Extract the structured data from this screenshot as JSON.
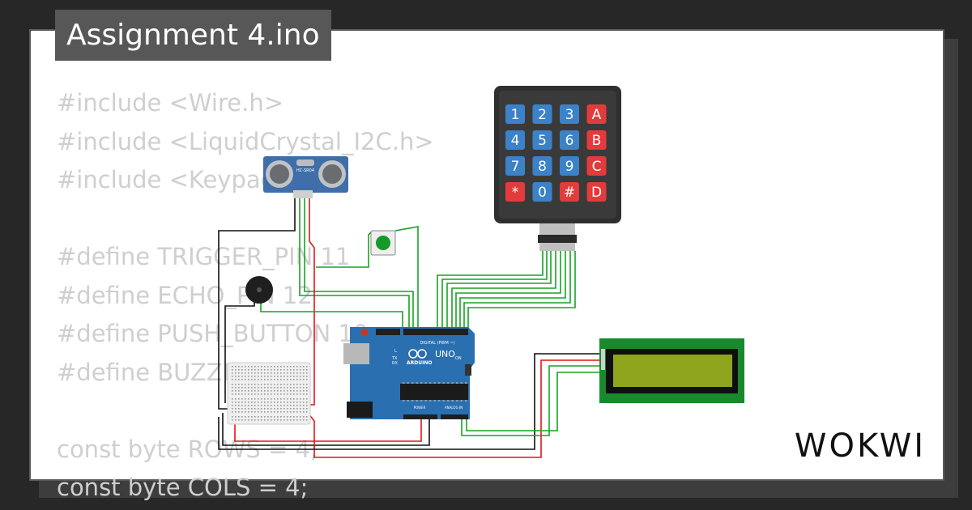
{
  "title": "Assignment 4.ino",
  "code_lines": [
    "#include <Wire.h>",
    "#include <LiquidCrystal_I2C.h>",
    "#include <Keypad.h>",
    "",
    "#define TRIGGER_PIN 11",
    "#define ECHO_PIN 12",
    "#define PUSH_BUTTON 10",
    "#define BUZZER 13",
    "",
    "const byte ROWS = 4;",
    "const byte COLS = 4;"
  ],
  "keypad": {
    "keys": [
      "1",
      "2",
      "3",
      "A",
      "4",
      "5",
      "6",
      "B",
      "7",
      "8",
      "9",
      "C",
      "*",
      "0",
      "#",
      "D"
    ],
    "number_color": "#3b82c8",
    "letter_color": "#e23b3b"
  },
  "arduino": {
    "model": "UNO",
    "brand": "ARDUINO",
    "digital_label": "DIGITAL (PWM ~)",
    "power_label": "POWER",
    "analog_label": "ANALOG IN",
    "led_labels": [
      "L",
      "TX",
      "RX",
      "ON"
    ],
    "board_color": "#2a6fb0"
  },
  "sensor": {
    "label": "HC-SR04"
  },
  "lcd": {
    "screen_color": "#8fa51e",
    "board_color": "#188a2d"
  },
  "wire_colors": {
    "green": "#17a323",
    "red": "#e4141b",
    "black": "#111111"
  },
  "brand_logo": "WOKWI"
}
